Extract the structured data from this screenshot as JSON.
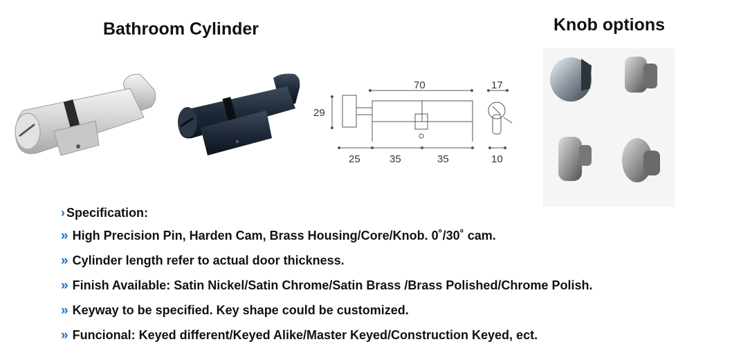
{
  "titles": {
    "left": "Bathroom Cylinder",
    "right": "Knob options"
  },
  "drawing": {
    "dim_top_length": "70",
    "dim_top_width": "17",
    "dim_height": "29",
    "dim_knob_side": "25",
    "dim_left_half": "35",
    "dim_right_half": "35",
    "dim_bottom_width": "10"
  },
  "spec": {
    "heading": "Specification:",
    "items": [
      "High Precision Pin, Harden Cam, Brass Housing/Core/Knob. 0˚/30˚ cam.",
      "Cylinder length refer to actual door thickness.",
      "Finish Available: Satin Nickel/Satin Chrome/Satin Brass /Brass Polished/Chrome Polish.",
      "Keyway to be specified. Key shape could be customized.",
      "Funcional: Keyed different/Keyed Alike/Master Keyed/Construction Keyed, ect."
    ]
  },
  "colors": {
    "accent": "#1f6fc7",
    "silver": "#d9d9d9",
    "black_finish": "#1c2633"
  },
  "icons": {
    "heading_marker": "chevron-right-icon",
    "bullet_marker": "double-chevron-icon"
  }
}
